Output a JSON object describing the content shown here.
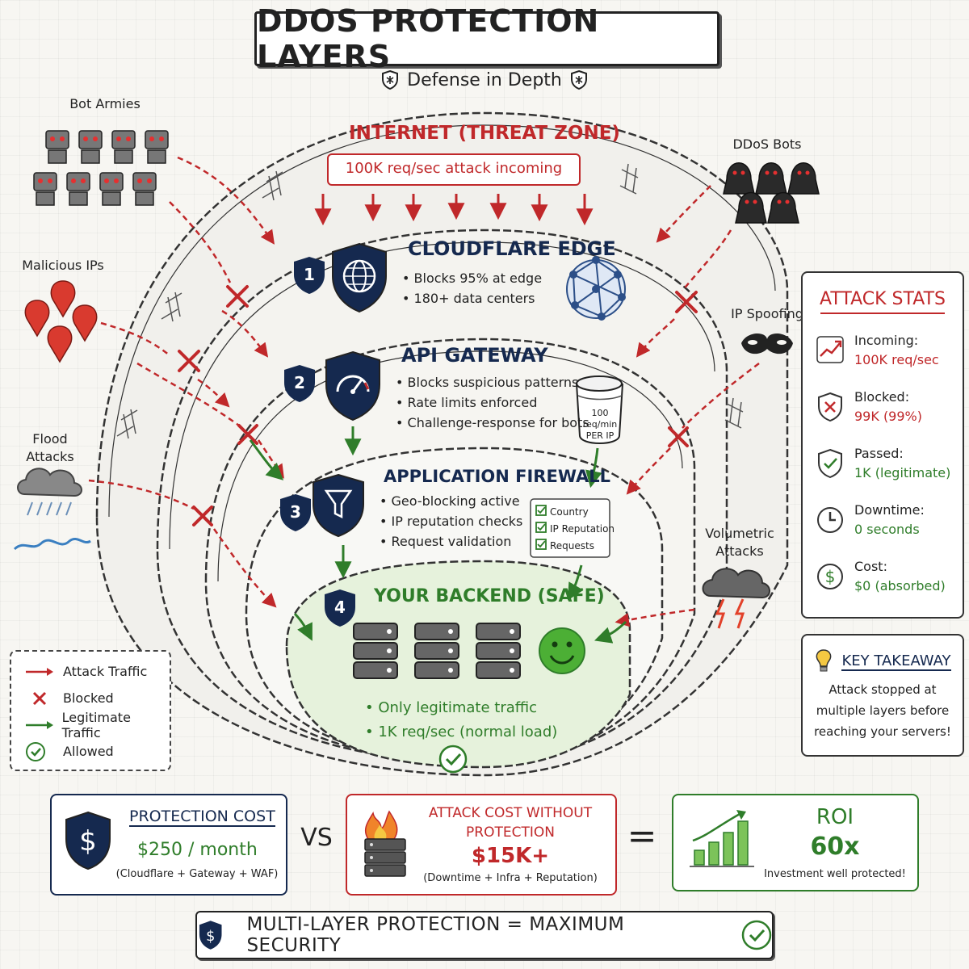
{
  "header": {
    "title": "DDOS PROTECTION LAYERS",
    "subtitle": "Defense in Depth"
  },
  "threat_sources": {
    "bot_armies": "Bot Armies",
    "ddos_bots": "DDoS Bots",
    "malicious_ips": "Malicious IPs",
    "ip_spoofing": "IP Spoofing",
    "flood_attacks_line1": "Flood",
    "flood_attacks_line2": "Attacks",
    "volumetric_line1": "Volumetric",
    "volumetric_line2": "Attacks"
  },
  "layers": {
    "internet": {
      "title": "INTERNET (THREAT ZONE)",
      "callout": "100K req/sec attack incoming"
    },
    "edge": {
      "number": "1",
      "title": "CLOUDFLARE EDGE",
      "bullets": [
        "Blocks 95% at edge",
        "180+ data centers"
      ]
    },
    "gateway": {
      "number": "2",
      "title": "API GATEWAY",
      "bullets": [
        "Blocks suspicious patterns",
        "Rate limits enforced",
        "Challenge-response for bots"
      ],
      "rate_limit_line1": "100 req/min",
      "rate_limit_line2": "PER IP"
    },
    "firewall": {
      "number": "3",
      "title": "APPLICATION FIREWALL",
      "bullets": [
        "Geo-blocking active",
        "IP reputation checks",
        "Request validation"
      ],
      "checklist": [
        "Country",
        "IP Reputation",
        "Requests"
      ]
    },
    "backend": {
      "number": "4",
      "title": "YOUR BACKEND (SAFE)",
      "bullets": [
        "Only legitimate traffic",
        "1K req/sec (normal load)"
      ]
    }
  },
  "attack_stats": {
    "title": "ATTACK STATS",
    "items": [
      {
        "label": "Incoming:",
        "value": "100K req/sec",
        "icon": "trend-up-icon",
        "color": "#c0282a"
      },
      {
        "label": "Blocked:",
        "value": "99K (99%)",
        "icon": "shield-x-icon",
        "color": "#c0282a"
      },
      {
        "label": "Passed:",
        "value": "1K (legitimate)",
        "icon": "shield-check-icon",
        "color": "#2f7d2a"
      },
      {
        "label": "Downtime:",
        "value": "0 seconds",
        "icon": "clock-icon",
        "color": "#2f7d2a"
      },
      {
        "label": "Cost:",
        "value": "$0 (absorbed)",
        "icon": "dollar-icon",
        "color": "#2f7d2a"
      }
    ]
  },
  "key_takeaway": {
    "title": "KEY TAKEAWAY",
    "line1": "Attack stopped at",
    "line2": "multiple layers before",
    "line3": "reaching your servers!"
  },
  "legend": {
    "attack": "Attack Traffic",
    "blocked": "Blocked",
    "legit": "Legitimate Traffic",
    "allowed": "Allowed"
  },
  "costs": {
    "protection": {
      "title": "PROTECTION COST",
      "amount": "$250",
      "period": "/ month",
      "note": "(Cloudflare + Gateway + WAF)"
    },
    "vs": "VS",
    "attack": {
      "title_line1": "ATTACK COST WITHOUT",
      "title_line2": "PROTECTION",
      "amount": "$15K+",
      "note": "(Downtime + Infra + Reputation)"
    },
    "equals": "=",
    "roi": {
      "title": "ROI",
      "value": "60x",
      "note": "Investment well protected!"
    }
  },
  "footer": {
    "text": "MULTI-LAYER PROTECTION = MAXIMUM SECURITY"
  },
  "colors": {
    "red": "#c0282a",
    "navy": "#15294f",
    "green": "#2f7d2a",
    "backend_fill": "#e6f2dc"
  }
}
